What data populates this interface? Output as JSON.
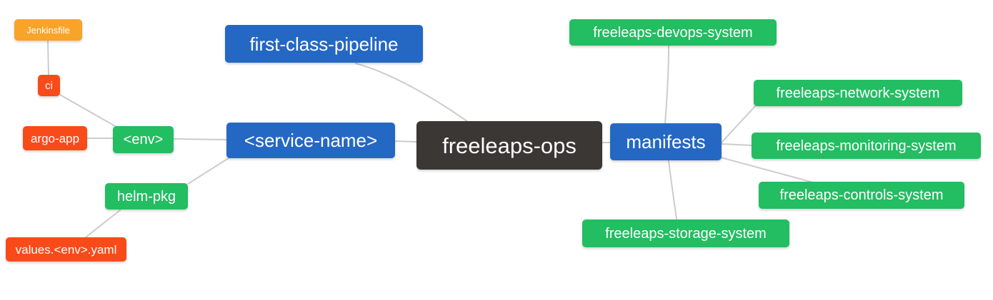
{
  "palette": {
    "blue": "#2468c4",
    "green": "#23bd62",
    "red": "#f94b19",
    "orange": "#f7a428",
    "dark": "#3b3735",
    "edge": "#cccccc",
    "text": "#ffffff",
    "background": "#ffffff"
  },
  "mindmap": {
    "root": {
      "label": "freeleaps-ops",
      "color": "dark"
    },
    "nodes": {
      "jenkinsfile": {
        "label": "Jenkinsfile",
        "color": "orange"
      },
      "ci": {
        "label": "ci",
        "color": "red"
      },
      "argo_app": {
        "label": "argo-app",
        "color": "red"
      },
      "env": {
        "label": "<env>",
        "color": "green"
      },
      "helm_pkg": {
        "label": "helm-pkg",
        "color": "green"
      },
      "values_env_yaml": {
        "label": "values.<env>.yaml",
        "color": "red"
      },
      "first_class_pipeline": {
        "label": "first-class-pipeline",
        "color": "blue"
      },
      "service_name": {
        "label": "<service-name>",
        "color": "blue"
      },
      "manifests": {
        "label": "manifests",
        "color": "blue"
      },
      "devops_system": {
        "label": "freeleaps-devops-system",
        "color": "green"
      },
      "network_system": {
        "label": "freeleaps-network-system",
        "color": "green"
      },
      "monitoring_system": {
        "label": "freeleaps-monitoring-system",
        "color": "green"
      },
      "controls_system": {
        "label": "freeleaps-controls-system",
        "color": "green"
      },
      "storage_system": {
        "label": "freeleaps-storage-system",
        "color": "green"
      }
    },
    "edges": [
      {
        "from": "Jenkinsfile",
        "to": "ci"
      },
      {
        "from": "ci",
        "to": "<env>"
      },
      {
        "from": "argo-app",
        "to": "<env>"
      },
      {
        "from": "<env>",
        "to": "<service-name>"
      },
      {
        "from": "helm-pkg",
        "to": "<service-name>"
      },
      {
        "from": "values.<env>.yaml",
        "to": "helm-pkg"
      },
      {
        "from": "first-class-pipeline",
        "to": "freeleaps-ops"
      },
      {
        "from": "<service-name>",
        "to": "freeleaps-ops"
      },
      {
        "from": "freeleaps-ops",
        "to": "manifests"
      },
      {
        "from": "manifests",
        "to": "freeleaps-devops-system"
      },
      {
        "from": "manifests",
        "to": "freeleaps-network-system"
      },
      {
        "from": "manifests",
        "to": "freeleaps-monitoring-system"
      },
      {
        "from": "manifests",
        "to": "freeleaps-controls-system"
      },
      {
        "from": "manifests",
        "to": "freeleaps-storage-system"
      }
    ]
  }
}
